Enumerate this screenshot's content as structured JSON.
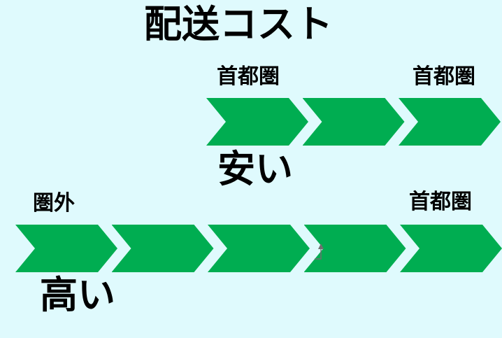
{
  "title": "配送コスト",
  "colors": {
    "background": "#DFFAFD",
    "arrow-green": "#00AD51",
    "text": "#000000",
    "cursor-gray": "#6F6F6F"
  },
  "rows": [
    {
      "start_label": "首都圏",
      "end_label": "首都圏",
      "caption": "安い",
      "arrow_count": 3
    },
    {
      "start_label": "圏外",
      "end_label": "首都圏",
      "caption": "高い",
      "arrow_count": 5
    }
  ],
  "cursor": {
    "icon": "up-arrow-corner-cursor"
  }
}
